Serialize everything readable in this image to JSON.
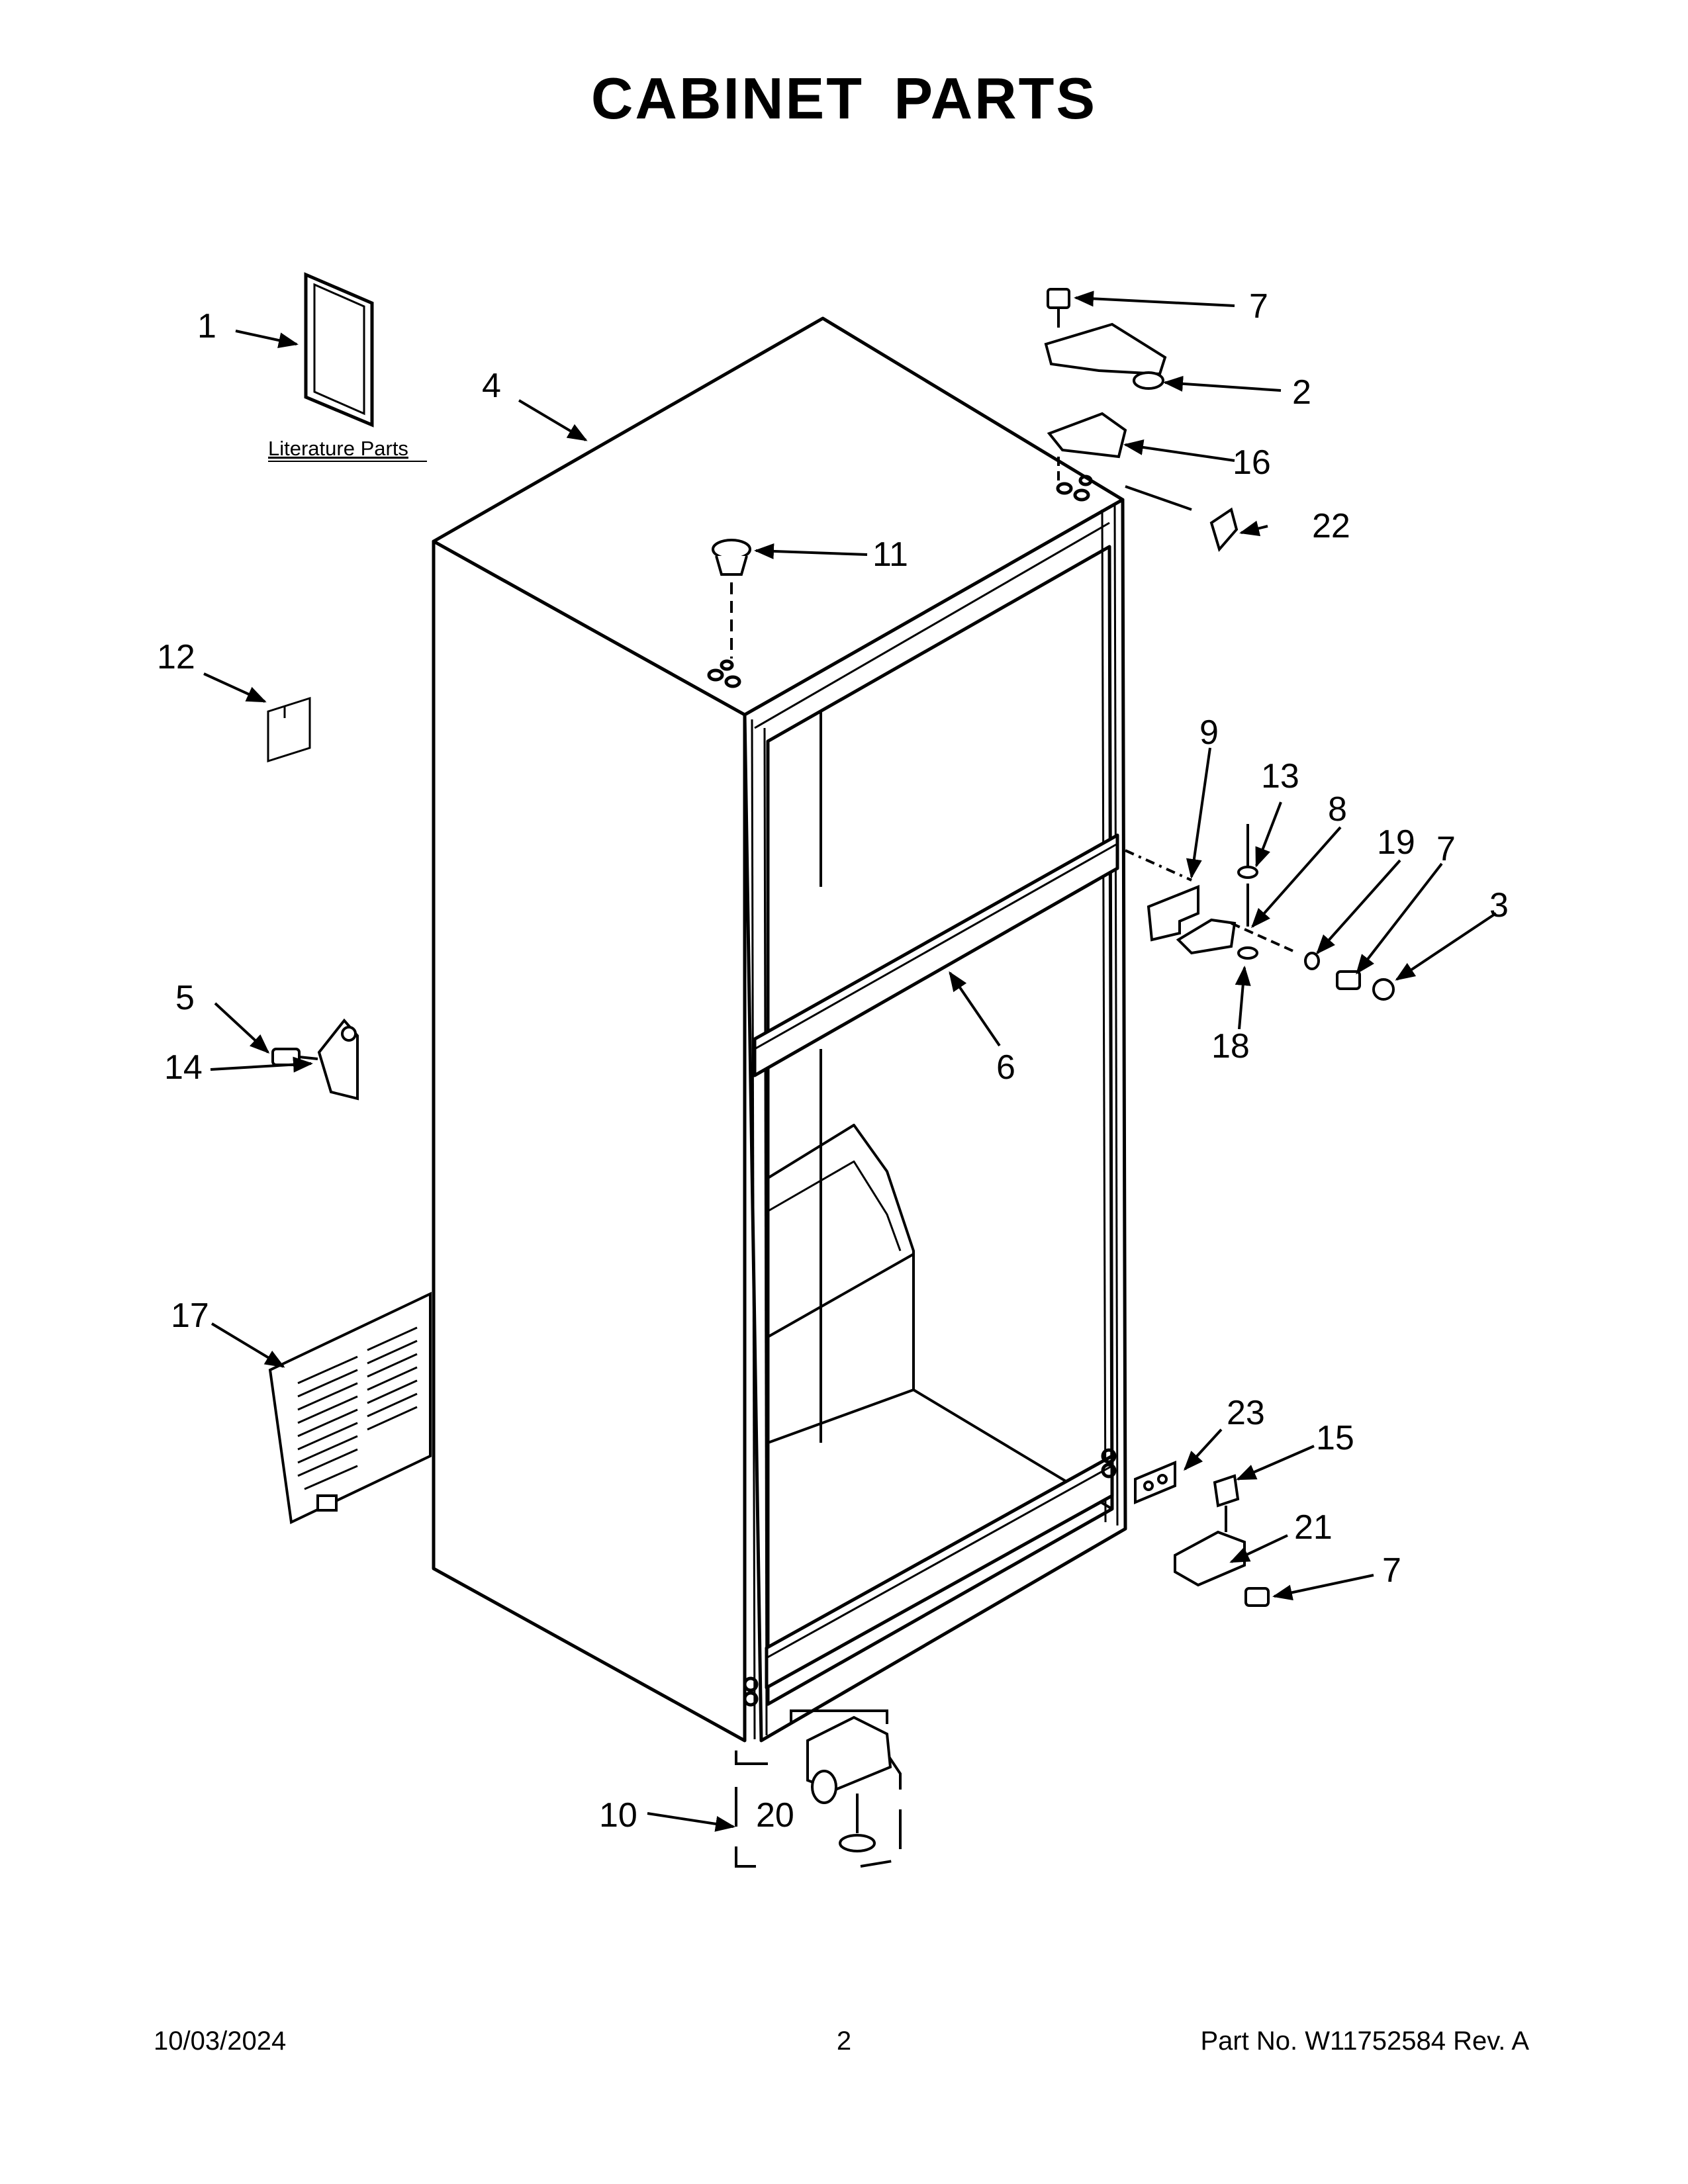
{
  "title": "CABINET PARTS",
  "literature_label": "Literature Parts",
  "callouts": {
    "c1": "1",
    "c2": "2",
    "c3": "3",
    "c4": "4",
    "c5": "5",
    "c6": "6",
    "c7a": "7",
    "c7b": "7",
    "c7c": "7",
    "c8": "8",
    "c9": "9",
    "c10": "10",
    "c11": "11",
    "c12": "12",
    "c13": "13",
    "c14": "14",
    "c15": "15",
    "c16": "16",
    "c17": "17",
    "c18": "18",
    "c19": "19",
    "c20": "20",
    "c21": "21",
    "c22": "22",
    "c23": "23"
  },
  "footer": {
    "date": "10/03/2024",
    "page": "2",
    "part_no": "Part No.  W11752584  Rev.  A"
  }
}
